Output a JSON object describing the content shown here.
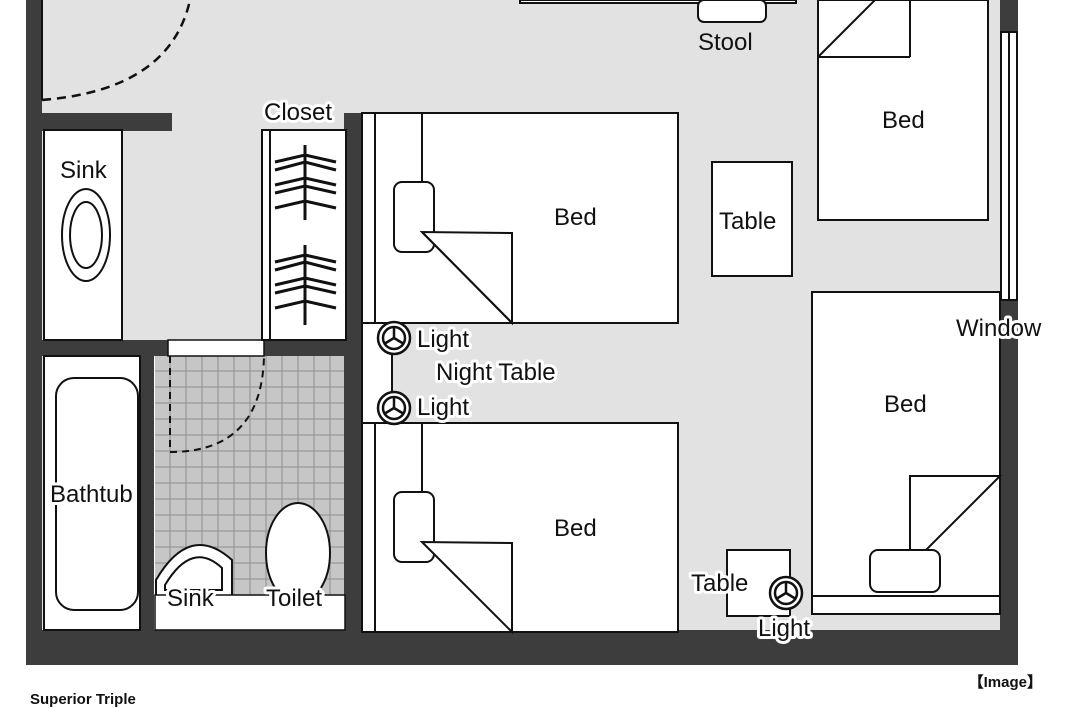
{
  "labels": {
    "stool": "Stool",
    "closet": "Closet",
    "sink_upper": "Sink",
    "bed_top_right": "Bed",
    "bed_upper": "Bed",
    "table_center": "Table",
    "light_1": "Light",
    "night_table": "Night Table",
    "light_2": "Light",
    "window": "Window",
    "bed_right": "Bed",
    "bathtub": "Bathtub",
    "bed_lower": "Bed",
    "sink_lower": "Sink",
    "toilet": "Toilet",
    "table_small": "Table",
    "light_3": "Light"
  },
  "note": "【Image】",
  "caption": "Superior Triple",
  "colors": {
    "wall": "#3d3d3d",
    "floor": "#e2e2e2",
    "tile": "#c9c9c9",
    "line": "#111111"
  }
}
